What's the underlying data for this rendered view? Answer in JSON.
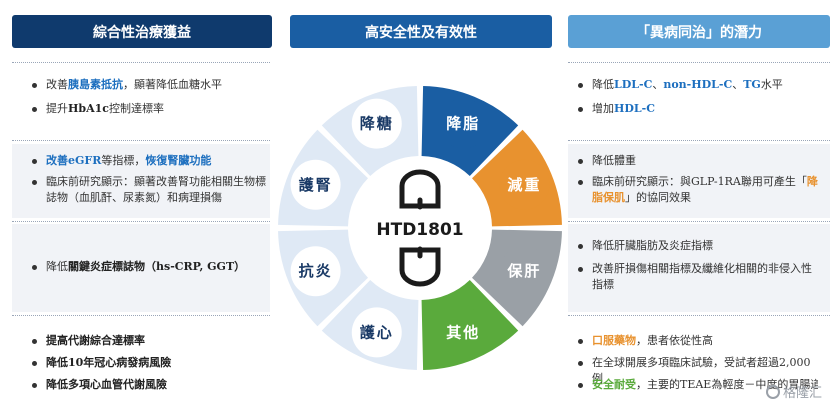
{
  "headers": {
    "left": "綜合性治療獲益",
    "center": "高安全性及有效性",
    "right": "「異病同治」的潛力"
  },
  "left": {
    "section1": {
      "item1": {
        "pre": "改善",
        "hl": "胰島素抵抗",
        "post": "，顯著降低血糖水平"
      },
      "item2": {
        "pre": "提升",
        "hl": "HbA1c",
        "post": "控制達標率"
      }
    },
    "section2": {
      "item1": {
        "hl1": "改善eGFR",
        "mid": "等指標，",
        "hl2": "恢復腎臟功能"
      },
      "item2": {
        "text": "臨床前研究顯示：顯著改善腎功能相關生物標誌物（血肌酐、尿素氮）和病理損傷"
      }
    },
    "section3": {
      "item1": {
        "pre": "降低",
        "hl": "關鍵炎症標誌物",
        "post": "（hs-CRP, GGT）"
      }
    },
    "section4": {
      "item1": {
        "text": "提高代謝綜合達標率"
      },
      "item2": {
        "text": "降低10年冠心病發病風險"
      },
      "item3": {
        "text": "降低多項心血管代謝風險"
      }
    }
  },
  "right": {
    "section1": {
      "item1": {
        "pre": "降低",
        "hl1": "LDL-C",
        "sep1": "、",
        "hl2": "non-HDL-C",
        "sep2": "、",
        "hl3": "TG",
        "post": "水平"
      },
      "item2": {
        "pre": "增加",
        "hl": "HDL-C"
      }
    },
    "section2": {
      "item1": {
        "text": "降低體重"
      },
      "item2": {
        "pre": "臨床前研究顯示：與GLP-1RA聯用可產生「",
        "hl": "降脂保肌",
        "post": "」的協同效果"
      }
    },
    "section3": {
      "item1": {
        "text": "降低肝臟脂肪及炎症指標"
      },
      "item2": {
        "text": "改善肝損傷相關指標及纖維化相關的非侵入性指標"
      }
    },
    "section4": {
      "item1": {
        "hl": "口服藥物",
        "post": "，患者依從性高"
      },
      "item2": {
        "text": "在全球開展多項臨床試驗，受試者超過2,000例"
      },
      "item3": {
        "hl": "安全耐受",
        "post": "，主要的TEAE為輕度－中度的胃腸道不良"
      }
    }
  },
  "diagram": {
    "center_label": "HTD1801",
    "segments": [
      {
        "label": "降脂",
        "color": "#1a5ea3",
        "text_color": "#ffffff"
      },
      {
        "label": "減重",
        "color": "#e8922f",
        "text_color": "#ffffff"
      },
      {
        "label": "保肝",
        "color": "#9aa0a6",
        "text_color": "#ffffff"
      },
      {
        "label": "其他",
        "color": "#5aaa3c",
        "text_color": "#ffffff"
      },
      {
        "label": "護心",
        "color": "#dfe9f5",
        "text_color": "#1a3a66"
      },
      {
        "label": "抗炎",
        "color": "#dfe9f5",
        "text_color": "#1a3a66"
      },
      {
        "label": "護腎",
        "color": "#dfe9f5",
        "text_color": "#1a3a66"
      },
      {
        "label": "降糖",
        "color": "#dfe9f5",
        "text_color": "#1a3a66"
      }
    ]
  },
  "watermark": "格隆汇"
}
